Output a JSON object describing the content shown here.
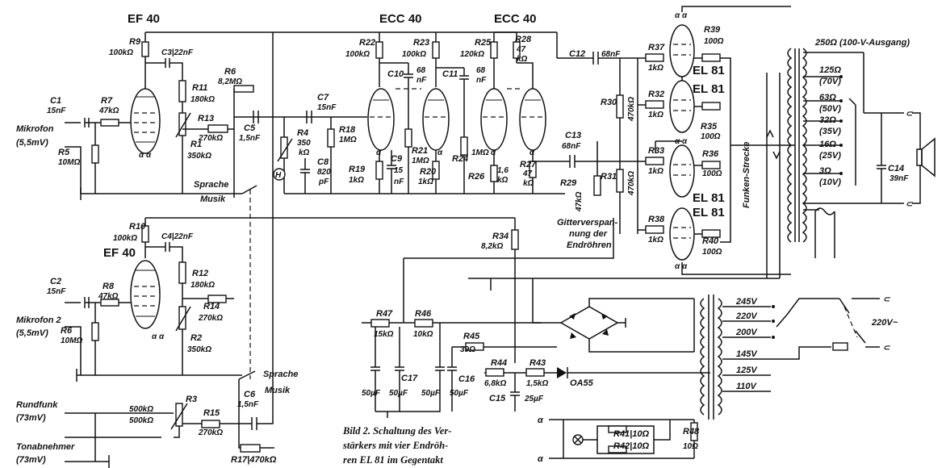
{
  "tubes": {
    "ef40_top": "EF 40",
    "ef40_bottom": "EF 40",
    "ecc40_left": "ECC 40",
    "ecc40_right": "ECC 40",
    "el81": [
      "EL 81",
      "EL 81",
      "EL 81",
      "EL 81"
    ]
  },
  "inputs": {
    "mic1": "Mikrofon",
    "mic1_level": "(5,5mV)",
    "mic2": "Mikrofon 2",
    "mic2_level": "(5,5mV)",
    "radio": "Rundfunk",
    "radio_level": "(73mV)",
    "phono": "Tonabnehmer",
    "phono_level": "(73mV)"
  },
  "switch_labels": {
    "speech1": "Sprache",
    "music1": "Musik",
    "speech2": "Sprache",
    "music2": "Musik"
  },
  "components": {
    "r9": "R9",
    "r9v": "100kΩ",
    "c3": "C3|22nF",
    "r7": "R7",
    "r7v": "47kΩ",
    "c1": "C1",
    "c1v": "15nF",
    "r5": "R5",
    "r5v": "10MΩ",
    "r11": "R11",
    "r11v": "180kΩ",
    "r1": "R1",
    "r1v": "350kΩ",
    "r13": "R13",
    "r13v": "270kΩ",
    "r6": "R6",
    "r6v": "8,2MΩ",
    "c5": "C5",
    "c5v": "1,5nF",
    "c7": "C7",
    "c7v": "15nF",
    "r4": "R4",
    "r4v1": "350",
    "r4v2": "kΩ",
    "c8": "C8",
    "c8v1": "820",
    "c8v2": "pF",
    "r18": "R18",
    "r18v": "1MΩ",
    "r22": "R22",
    "r22v": "100kΩ",
    "r23": "R23",
    "r23v": "100kΩ",
    "r25": "R25",
    "r25v": "120kΩ",
    "r28": "R28",
    "r28v1": "47",
    "r28v2": "kΩ",
    "c10": "C10",
    "c10v1": "68",
    "c10v2": "nF",
    "c11": "C11",
    "c11v1": "68",
    "c11v2": "nF",
    "c12": "C12",
    "c12v": "68nF",
    "r19": "R19",
    "r19v": "1kΩ",
    "c9": "C9",
    "c9v1": "15",
    "c9v2": "nF",
    "r21": "R21",
    "r21v": "1MΩ",
    "r20": "R20",
    "r20v": "1kΩ",
    "r24": "R24",
    "r24v": "1MΩ",
    "r26": "R26",
    "r26v1": "1,6",
    "r26v2": "kΩ",
    "r27": "R27",
    "r27v1": "47",
    "r27v2": "kΩ",
    "c13": "C13",
    "c13v": "68nF",
    "r29": "R29",
    "r29v": "47kΩ",
    "r30": "R30",
    "r30v": "470kΩ",
    "r31": "R31",
    "r31v": "470kΩ",
    "r37": "R37",
    "r37v": "1kΩ",
    "r39": "R39",
    "r39v": "100Ω",
    "r32": "R32",
    "r32v": "1kΩ",
    "r35": "R35",
    "r35v": "100Ω",
    "r33": "R33",
    "r33v": "1kΩ",
    "r36": "R36",
    "r36v": "100Ω",
    "r38": "R38",
    "r38v": "1kΩ",
    "r40": "R40",
    "r40v": "100Ω",
    "r10": "R10",
    "r10v": "100kΩ",
    "c4": "C4|22nF",
    "c2": "C2",
    "c2v": "15nF",
    "r8": "R8",
    "r8v": "47kΩ",
    "r6b": "R6",
    "r6bv": "10MΩ",
    "r12": "R12",
    "r12v": "180kΩ",
    "r14": "R14",
    "r14v": "270kΩ",
    "r2": "R2",
    "r2v": "350kΩ",
    "r3": "R3",
    "r3v1": "500kΩ",
    "r3v2": "500kΩ",
    "r15": "R15",
    "r15v": "270kΩ",
    "c6": "C6",
    "c6v": "1,5nF",
    "r17": "R17|470kΩ",
    "r34": "R34",
    "r34v": "8,2kΩ",
    "r47": "R47",
    "r47v": "15kΩ",
    "r46": "R46",
    "r46v": "10kΩ",
    "r45": "R45",
    "r45v": "39Ω",
    "r44": "R44",
    "r44v": "6,8kΩ",
    "r43": "R43",
    "r43v": "1,5kΩ",
    "oa55": "OA55",
    "c17": "C17",
    "c16": "C16",
    "c15": "C15",
    "c50a": "50µF",
    "c50b": "50µF",
    "c50c": "50µF",
    "c50d": "50µF",
    "c25": "25µF",
    "r41": "R41|10Ω",
    "r42": "R42|10Ω",
    "r48": "R48",
    "r48v": "10Ω",
    "c14": "C14",
    "c14v": "39nF"
  },
  "output_taps": [
    "250Ω (100-V-Ausgang)",
    "125Ω",
    "(70V)",
    "63Ω",
    "(50V)",
    "32Ω",
    "(35V)",
    "16Ω",
    "(25V)",
    "3Ω",
    "(10V)"
  ],
  "mains_taps": [
    "245V",
    "220V",
    "200V",
    "145V",
    "125V",
    "110V"
  ],
  "mains": "220V~",
  "spark_gap": "Funken-Strecke",
  "grid_bias": [
    "Gitterverspan-",
    "nung der",
    "Endröhren"
  ],
  "heater": [
    "α",
    "α"
  ],
  "aa": "α α",
  "caption": [
    "Bild 2. Schaltung des Ver-",
    "stärkers mit vier Endröh-",
    "ren EL 81 im Gegentakt"
  ]
}
